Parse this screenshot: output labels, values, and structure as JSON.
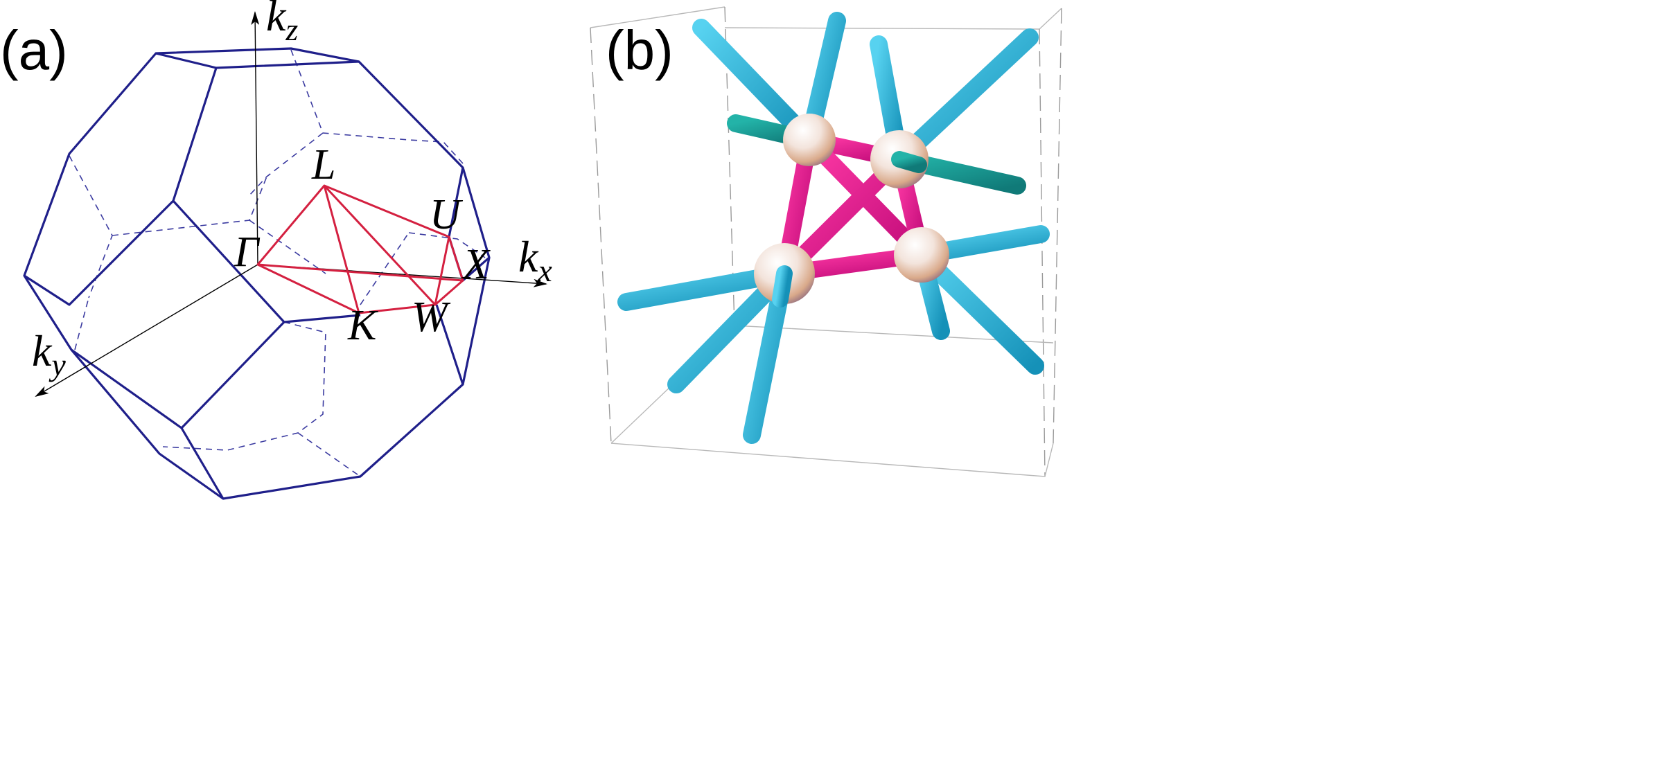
{
  "panels": {
    "a": {
      "label": "(a)",
      "axes": {
        "kz": {
          "main": "k",
          "sub": "z"
        },
        "kx": {
          "main": "k",
          "sub": "x"
        },
        "ky": {
          "main": "k",
          "sub": "y"
        }
      },
      "points": {
        "gamma": "Γ",
        "L": "L",
        "U": "U",
        "X": "X",
        "K": "K",
        "W": "W"
      }
    },
    "b": {
      "label": "(b)"
    }
  },
  "colors": {
    "zone_edge": "#1f1f8a",
    "irreducible_zone": "#d42040",
    "outer_rod": "#1ea8d0",
    "inner_rod": "#e0108a",
    "node": "#f4e2d8"
  }
}
